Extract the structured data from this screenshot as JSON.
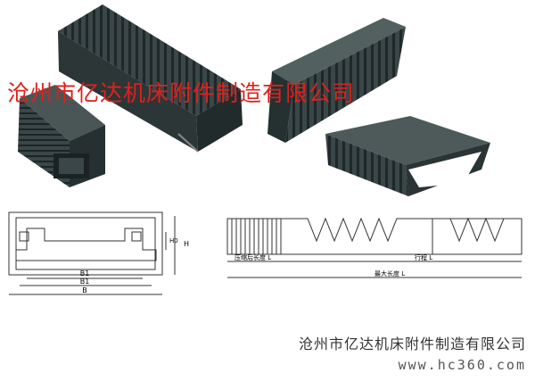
{
  "banner": {
    "text": "沧州市亿达机床附件制造有限公司"
  },
  "diagram_left": {
    "labels": {
      "b1_upper": "B1",
      "b1_lower": "B1",
      "b": "B",
      "h": "H",
      "h0": "H0"
    }
  },
  "diagram_right": {
    "labels": {
      "compressed": "压缩后长度 L",
      "stroke": "行程 L",
      "max": "最大长度 L"
    }
  },
  "footer": {
    "company": "沧州市亿达机床附件制造有限公司",
    "site": "www.hc360.com"
  },
  "colors": {
    "banner": "#e0201c",
    "bellows": "#2f3a3b",
    "line": "#333333"
  }
}
